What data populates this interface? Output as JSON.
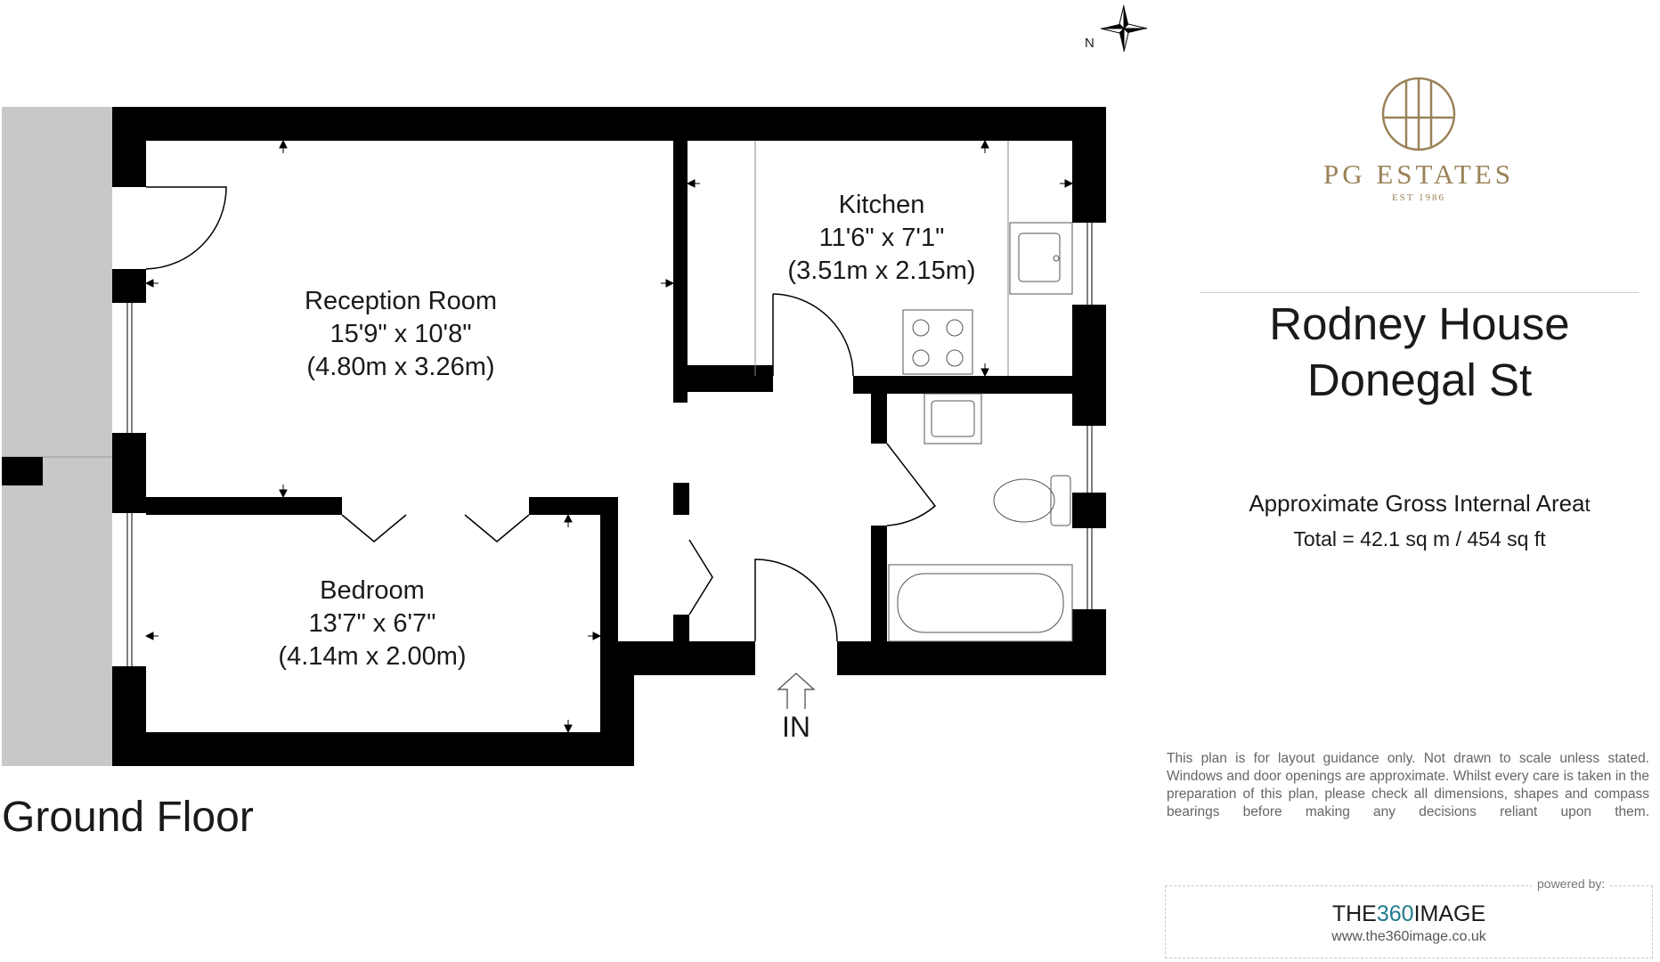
{
  "floor": {
    "title": "Ground Floor",
    "entrance_label": "IN",
    "north_label": "N"
  },
  "rooms": [
    {
      "id": "reception",
      "name": "Reception Room",
      "imperial": "15'9\" x 10'8\"",
      "metric": "(4.80m x 3.26m)"
    },
    {
      "id": "kitchen",
      "name": "Kitchen",
      "imperial": "11'6\" x 7'1\"",
      "metric": "(3.51m x 2.15m)"
    },
    {
      "id": "bedroom",
      "name": "Bedroom",
      "imperial": "13'7\" x 6'7\"",
      "metric": "(4.14m x 2.00m)"
    }
  ],
  "agent": {
    "name": "PG ESTATES",
    "established": "EST 1986",
    "color": "#9a8258"
  },
  "property": {
    "line1": "Rodney House",
    "line2": "Donegal St"
  },
  "area": {
    "heading": "Approximate Gross Internal Area",
    "heading_suffix": "t",
    "total": "Total = 42.1 sq m / 454 sq ft"
  },
  "disclaimer": "This plan is for layout guidance only. Not drawn to scale unless stated. Windows and door openings are approximate. Whilst every care is taken in the preparation of this plan, please check all dimensions, shapes and compass bearings before making any decisions reliant upon them.",
  "credit": {
    "label": "powered by:",
    "name_part1": "THE",
    "name_part2": "360",
    "name_part3": "IMAGE",
    "url": "www.the360image.co.uk",
    "highlight_color": "#1f7a8c"
  },
  "colors": {
    "walls": "#000000",
    "exterior": "#c8c8c8"
  }
}
